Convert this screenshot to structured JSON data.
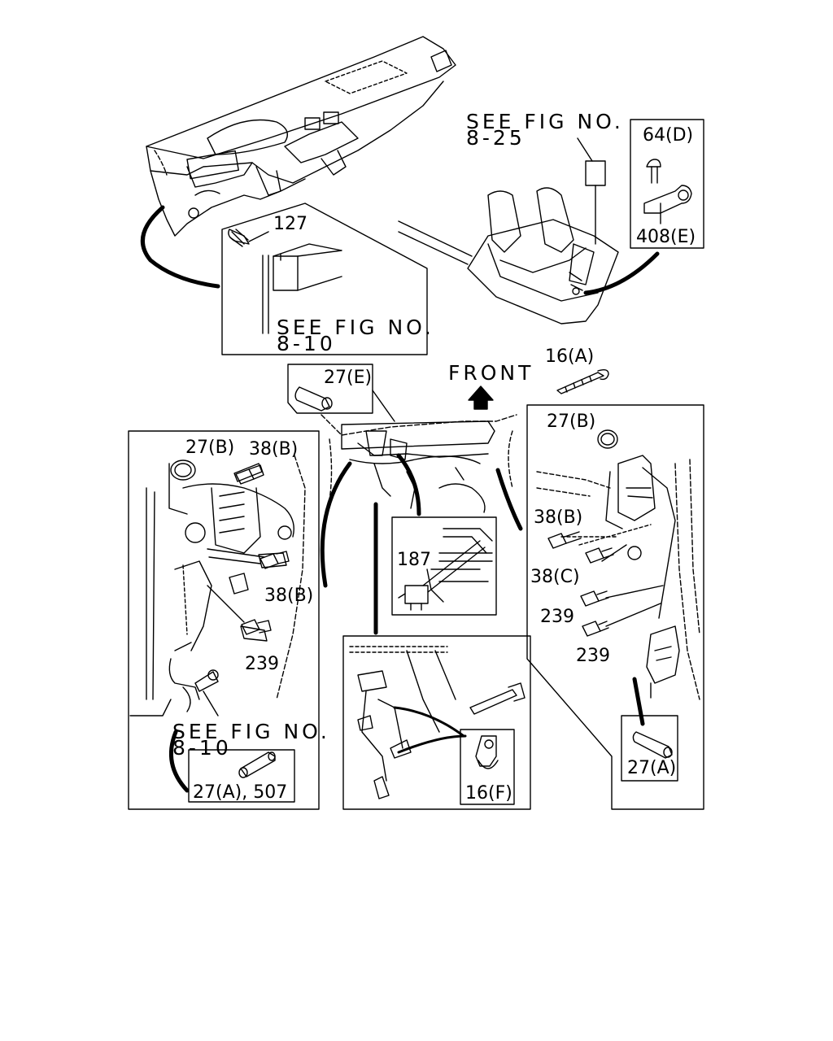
{
  "diagram": {
    "front_label": "FRONT",
    "see_fig_8_25": {
      "line1": "SEE FIG NO.",
      "line2": "8-25"
    },
    "see_fig_8_10_top": {
      "line1": "SEE FIG NO.",
      "line2": "8-10"
    },
    "see_fig_8_10_left": {
      "line1": "SEE FIG NO.",
      "line2": "8-10"
    },
    "callouts": {
      "p64d": "64(D)",
      "p408e": "408(E)",
      "p127": "127",
      "p16a": "16(A)",
      "p27e": "27(E)",
      "left_27b": "27(B)",
      "left_38b_top": "38(B)",
      "left_38b_mid": "38(B)",
      "left_239": "239",
      "left_27a507": "27(A), 507",
      "center_187": "187",
      "center_16f": "16(F)",
      "right_27b": "27(B)",
      "right_38b": "38(B)",
      "right_38c": "38(C)",
      "right_239_a": "239",
      "right_239_b": "239",
      "right_27a": "27(A)"
    }
  }
}
